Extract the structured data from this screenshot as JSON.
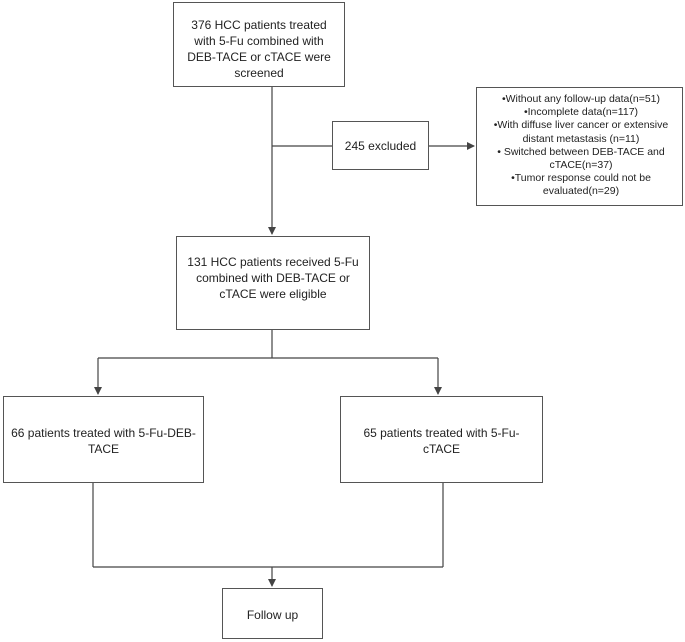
{
  "flowchart": {
    "screened": {
      "text": "376 HCC patients treated with 5-Fu combined with DEB-TACE or cTACE were screened"
    },
    "excluded": {
      "text": "245 excluded"
    },
    "exclusion_reasons": [
      "•Without any follow-up data(n=51)",
      "•Incomplete data(n=117)",
      "•With diffuse liver cancer or extensive distant metastasis  (n=11)",
      "• Switched between DEB-TACE and cTACE(n=37)",
      "•Tumor response could not be evaluated(n=29)"
    ],
    "eligible": {
      "text": "131 HCC patients received 5-Fu combined with DEB-TACE or cTACE were eligible"
    },
    "group_debtace": {
      "text": "66 patients treated with 5-Fu-DEB-TACE"
    },
    "group_ctace": {
      "text": "65 patients treated with 5-Fu-cTACE"
    },
    "followup": {
      "text": "Follow up"
    }
  },
  "colors": {
    "line": "#444444",
    "border": "#555555",
    "text": "#222222"
  }
}
